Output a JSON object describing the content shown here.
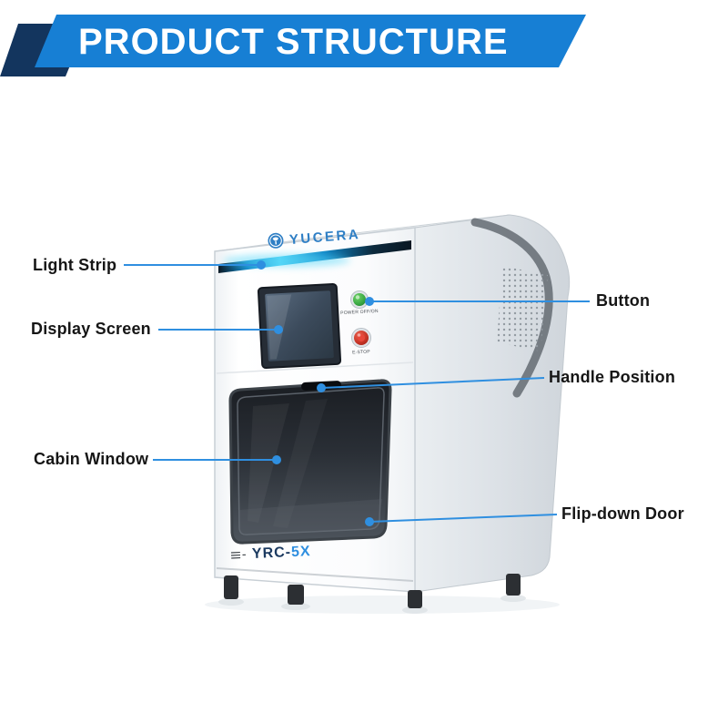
{
  "banner": {
    "title": "PRODUCT STRUCTURE"
  },
  "machine": {
    "brand": "YUCERA",
    "power_button_label": "POWER OFF/ON",
    "estop_label": "E-STOP",
    "model_prefix": "YRC-",
    "model_suffix": "5X"
  },
  "callouts": {
    "light_strip": "Light Strip",
    "display_screen": "Display Screen",
    "cabin_window": "Cabin Window",
    "button": "Button",
    "handle_position": "Handle Position",
    "flip_down_door": "Flip-down Door"
  },
  "colors": {
    "banner_blue": "#177fd4",
    "banner_navy": "#13355e",
    "callout_blue": "#2f8fe0",
    "logo_blue": "#2f7fc5",
    "model_navy": "#1c3a60",
    "model_blue": "#2f8fe0",
    "power_green": "#3aa944",
    "estop_red": "#c63426",
    "lightstrip_cyan": "#54d6f7"
  }
}
